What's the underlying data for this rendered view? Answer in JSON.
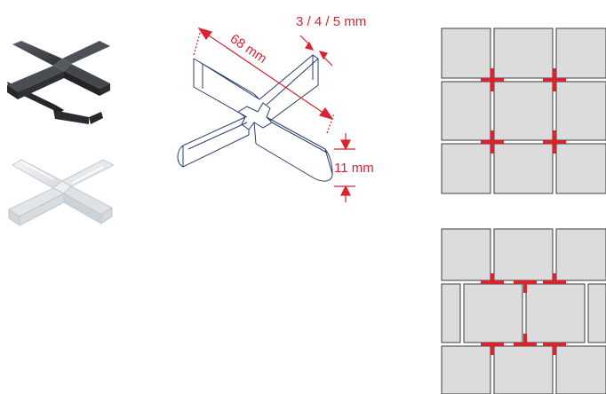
{
  "dimensions": {
    "length": "68 mm",
    "thickness": "3 / 4 / 5 mm",
    "height": "11 mm"
  },
  "colors": {
    "accent": "#d9232e",
    "tile": "#dcdcdc",
    "tile_border": "#3c3c3c",
    "spacer_dark": "#3d4044",
    "spacer_clear": "#e8ecee"
  }
}
